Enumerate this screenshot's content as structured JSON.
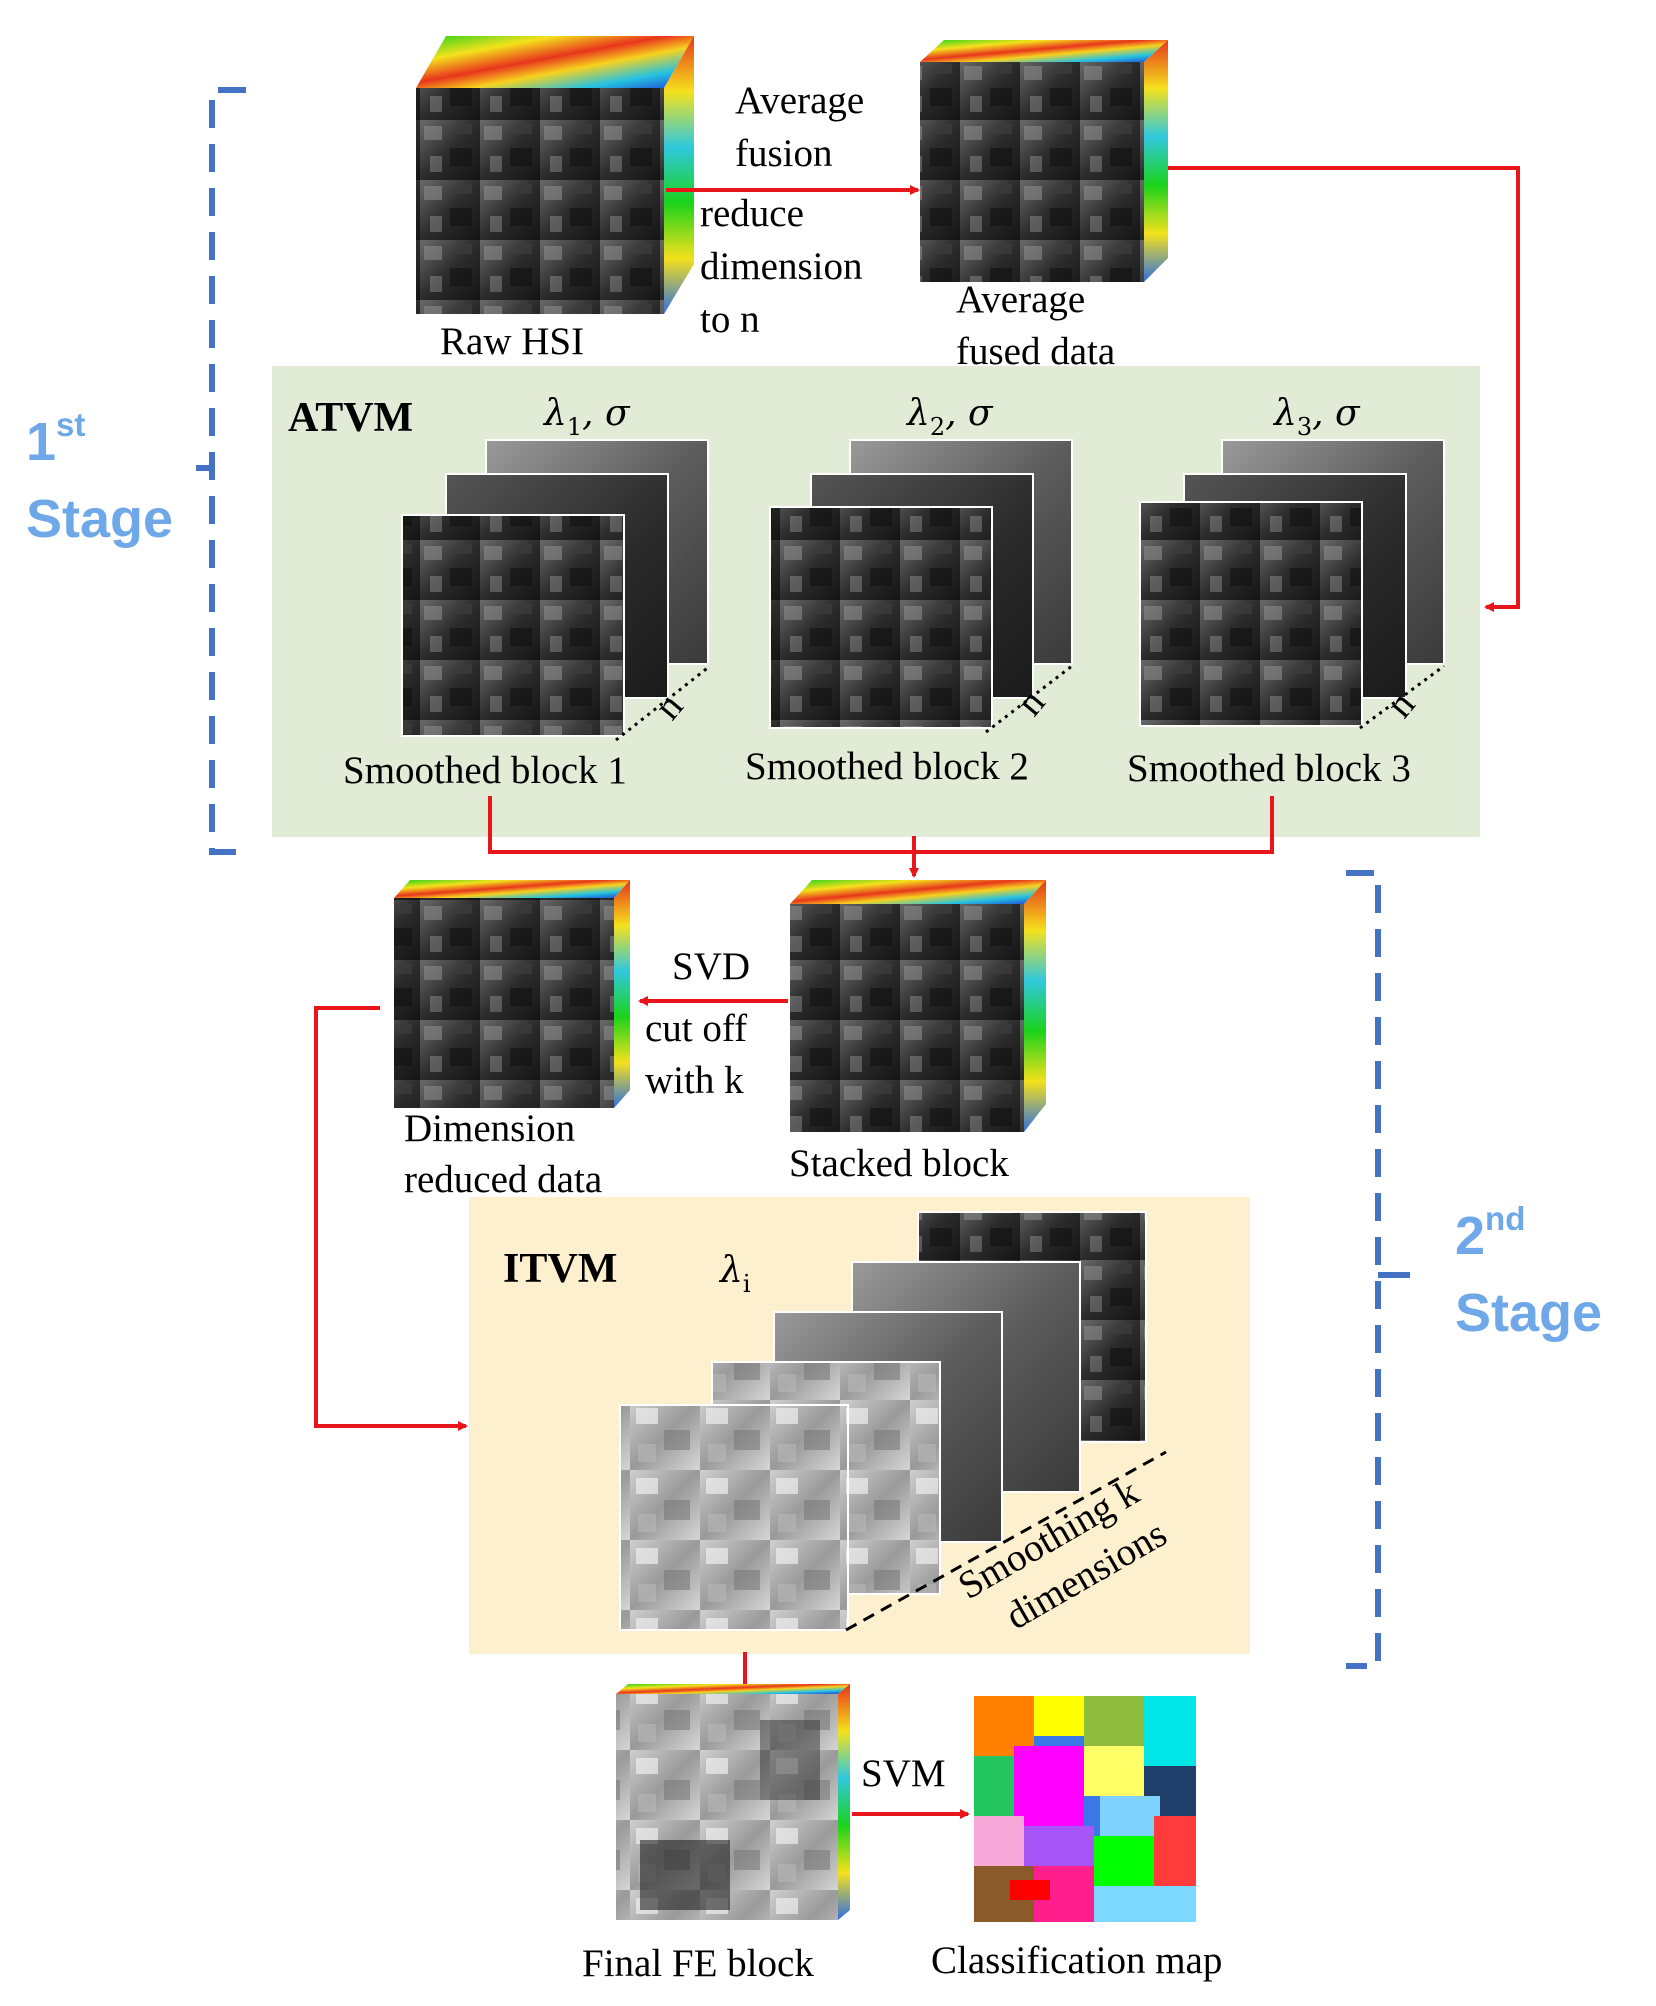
{
  "stage1": {
    "num": "1",
    "sup": "st",
    "word": "Stage"
  },
  "stage2": {
    "num": "2",
    "sup": "nd",
    "word": "Stage"
  },
  "raw_hsi": "Raw HSI",
  "average_fusion": [
    "Average",
    "fusion"
  ],
  "reduce_dimension": [
    "reduce",
    "dimension",
    "to n"
  ],
  "average_fused_data": [
    "Average",
    "fused data"
  ],
  "atvm": {
    "title": "ATVM",
    "params": [
      {
        "lambda": "λ",
        "index": "1",
        "rest": ", σ"
      },
      {
        "lambda": "λ",
        "index": "2",
        "rest": ", σ"
      },
      {
        "lambda": "λ",
        "index": "3",
        "rest": ", σ"
      }
    ],
    "blocks": [
      "Smoothed block 1",
      "Smoothed block 2",
      "Smoothed block 3"
    ],
    "depth_label": "n"
  },
  "svd_cut": [
    "SVD",
    "cut off",
    "with k"
  ],
  "stacked_block": "Stacked block",
  "dimension_reduced": [
    "Dimension",
    "reduced data"
  ],
  "itvm": {
    "title": "ITVM",
    "param": {
      "lambda": "λ",
      "index": "i"
    },
    "depth_label": [
      "Smoothing k",
      "dimensions"
    ]
  },
  "svm": "SVM",
  "final_fe_block": "Final FE block",
  "classification_map": "Classification map",
  "colors": {
    "arrow": "#e8161b",
    "bracket": "#4472c4",
    "stage_text": "#6fa8e8",
    "atvm_bg": "#e1ebd6",
    "itvm_bg": "#fdf0cf"
  }
}
